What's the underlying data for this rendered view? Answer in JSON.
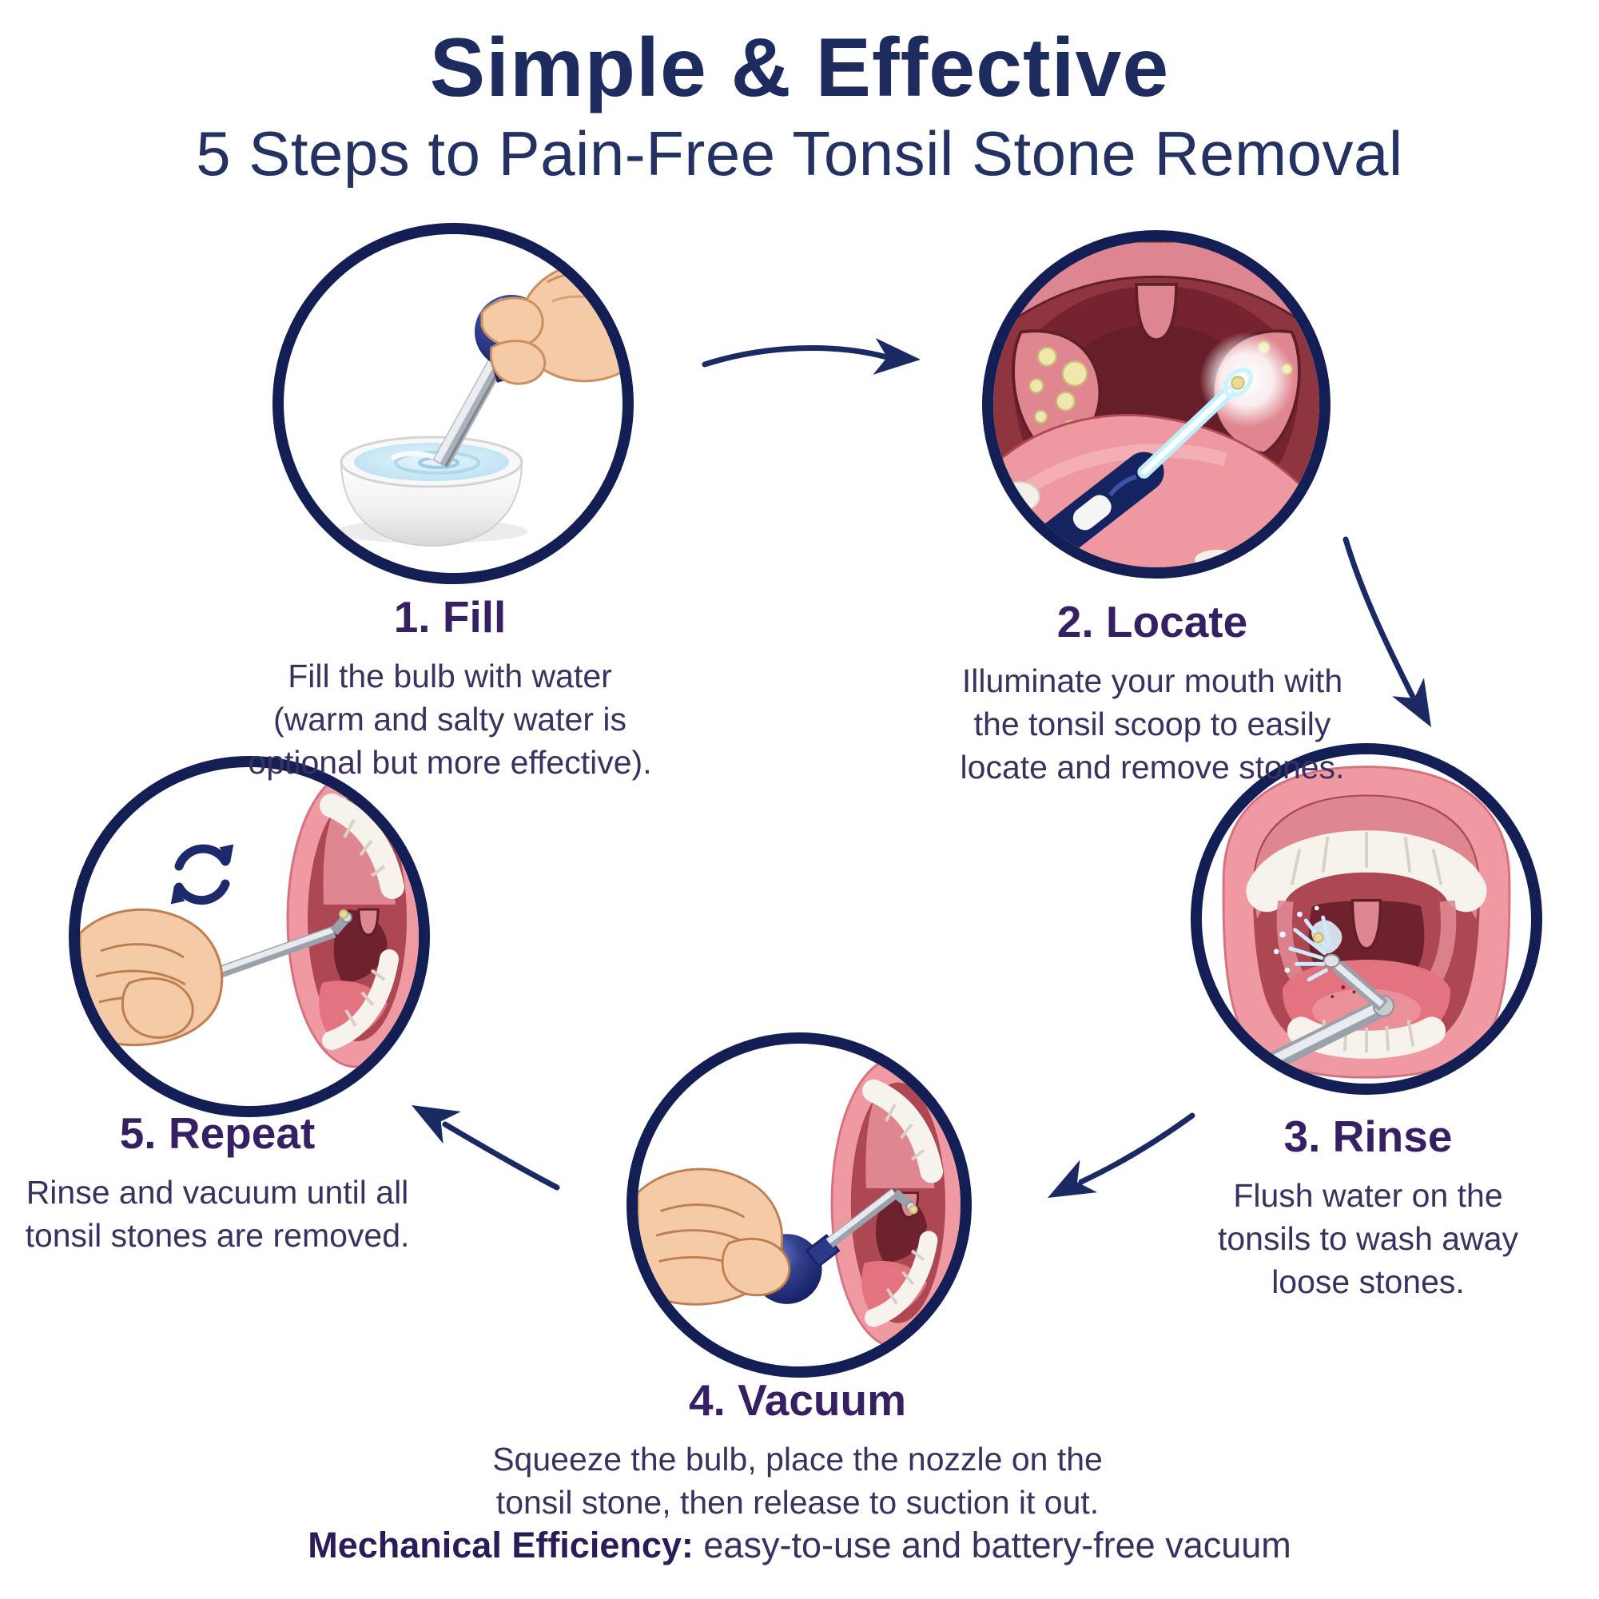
{
  "title": "Simple & Effective",
  "subtitle": "5 Steps to Pain-Free Tonsil Stone Removal",
  "steps": [
    {
      "id": "fill",
      "label": "1. Fill",
      "description": "Fill the bulb with water\n(warm and salty water is\noptional but more effective)."
    },
    {
      "id": "locate",
      "label": "2. Locate",
      "description": "Illuminate your mouth with\nthe tonsil scoop to easily\nlocate and remove stones."
    },
    {
      "id": "rinse",
      "label": "3. Rinse",
      "description": "Flush water on the\ntonsils to wash away\nloose stones."
    },
    {
      "id": "vacuum",
      "label": "4. Vacuum",
      "description": "Squeeze the bulb, place the nozzle on the\ntonsil stone, then release to suction it out."
    },
    {
      "id": "repeat",
      "label": "5. Repeat",
      "description": "Rinse and vacuum until all\ntonsil stones are removed."
    }
  ],
  "footer": {
    "lead": "Mechanical Efficiency:",
    "rest": " easy-to-use and battery-free vacuum"
  },
  "icons": {
    "refresh_icon": "circular-sync-arrows",
    "flow_arrows": [
      "step1-to-step2",
      "step2-to-step3",
      "step3-to-step4",
      "step4-to-step5"
    ]
  },
  "colors": {
    "title_navy": "#1e2b5f",
    "heading_purple": "#371f63",
    "body_text": "#3a3160",
    "circle_border_navy": "#131f54",
    "arrow_navy": "#1b2a63",
    "bulb_blue": "#2c3a8c",
    "water_blue": "#c3e6f4",
    "mouth_red": "#ad4752",
    "throat_dark_red": "#6e222e",
    "tonsil_pink": "#dd8590",
    "stone_yellow": "#efe7ad",
    "skin": "#f4cba6",
    "teeth_white": "#f6f2ec"
  }
}
